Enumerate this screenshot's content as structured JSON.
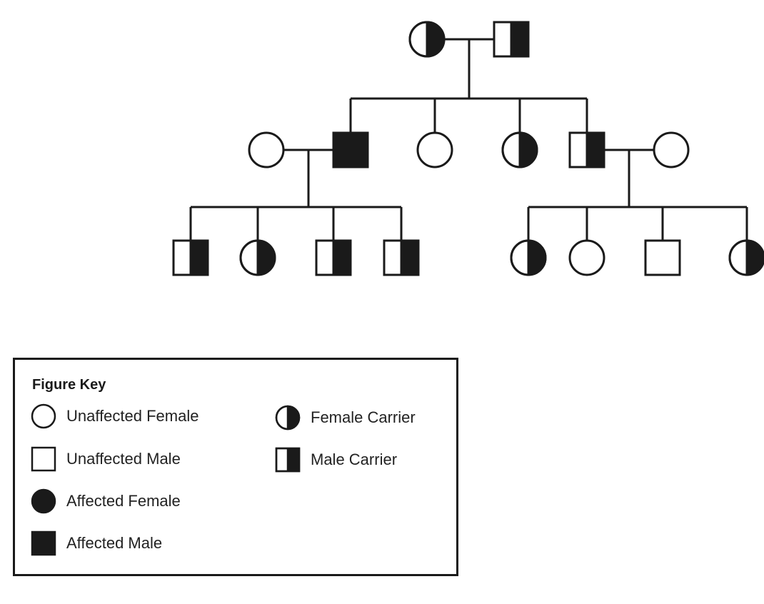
{
  "colors": {
    "stroke": "#1a1a1a",
    "fill": "#1a1a1a",
    "background": "#ffffff"
  },
  "pedigree": {
    "generation_1": [
      {
        "sex": "female",
        "status": "female-carrier"
      },
      {
        "sex": "male",
        "status": "male-carrier"
      }
    ],
    "generation_2": [
      {
        "sex": "female",
        "status": "unaffected-female",
        "married_in": true
      },
      {
        "sex": "male",
        "status": "affected-male"
      },
      {
        "sex": "female",
        "status": "unaffected-female"
      },
      {
        "sex": "female",
        "status": "female-carrier"
      },
      {
        "sex": "male",
        "status": "male-carrier"
      },
      {
        "sex": "female",
        "status": "unaffected-female",
        "married_in": true
      }
    ],
    "generation_3_left": [
      {
        "sex": "male",
        "status": "male-carrier"
      },
      {
        "sex": "female",
        "status": "female-carrier"
      },
      {
        "sex": "male",
        "status": "male-carrier"
      },
      {
        "sex": "male",
        "status": "male-carrier"
      }
    ],
    "generation_3_right": [
      {
        "sex": "female",
        "status": "female-carrier"
      },
      {
        "sex": "female",
        "status": "unaffected-female"
      },
      {
        "sex": "male",
        "status": "unaffected-male"
      },
      {
        "sex": "female",
        "status": "female-carrier"
      }
    ]
  },
  "legend": {
    "title": "Figure Key",
    "items": [
      {
        "symbol": "unaffected-female",
        "label": "Unaffected Female"
      },
      {
        "symbol": "unaffected-male",
        "label": "Unaffected Male"
      },
      {
        "symbol": "affected-female",
        "label": "Affected Female"
      },
      {
        "symbol": "affected-male",
        "label": "Affected Male"
      },
      {
        "symbol": "female-carrier",
        "label": "Female Carrier"
      },
      {
        "symbol": "male-carrier",
        "label": "Male Carrier"
      }
    ]
  }
}
